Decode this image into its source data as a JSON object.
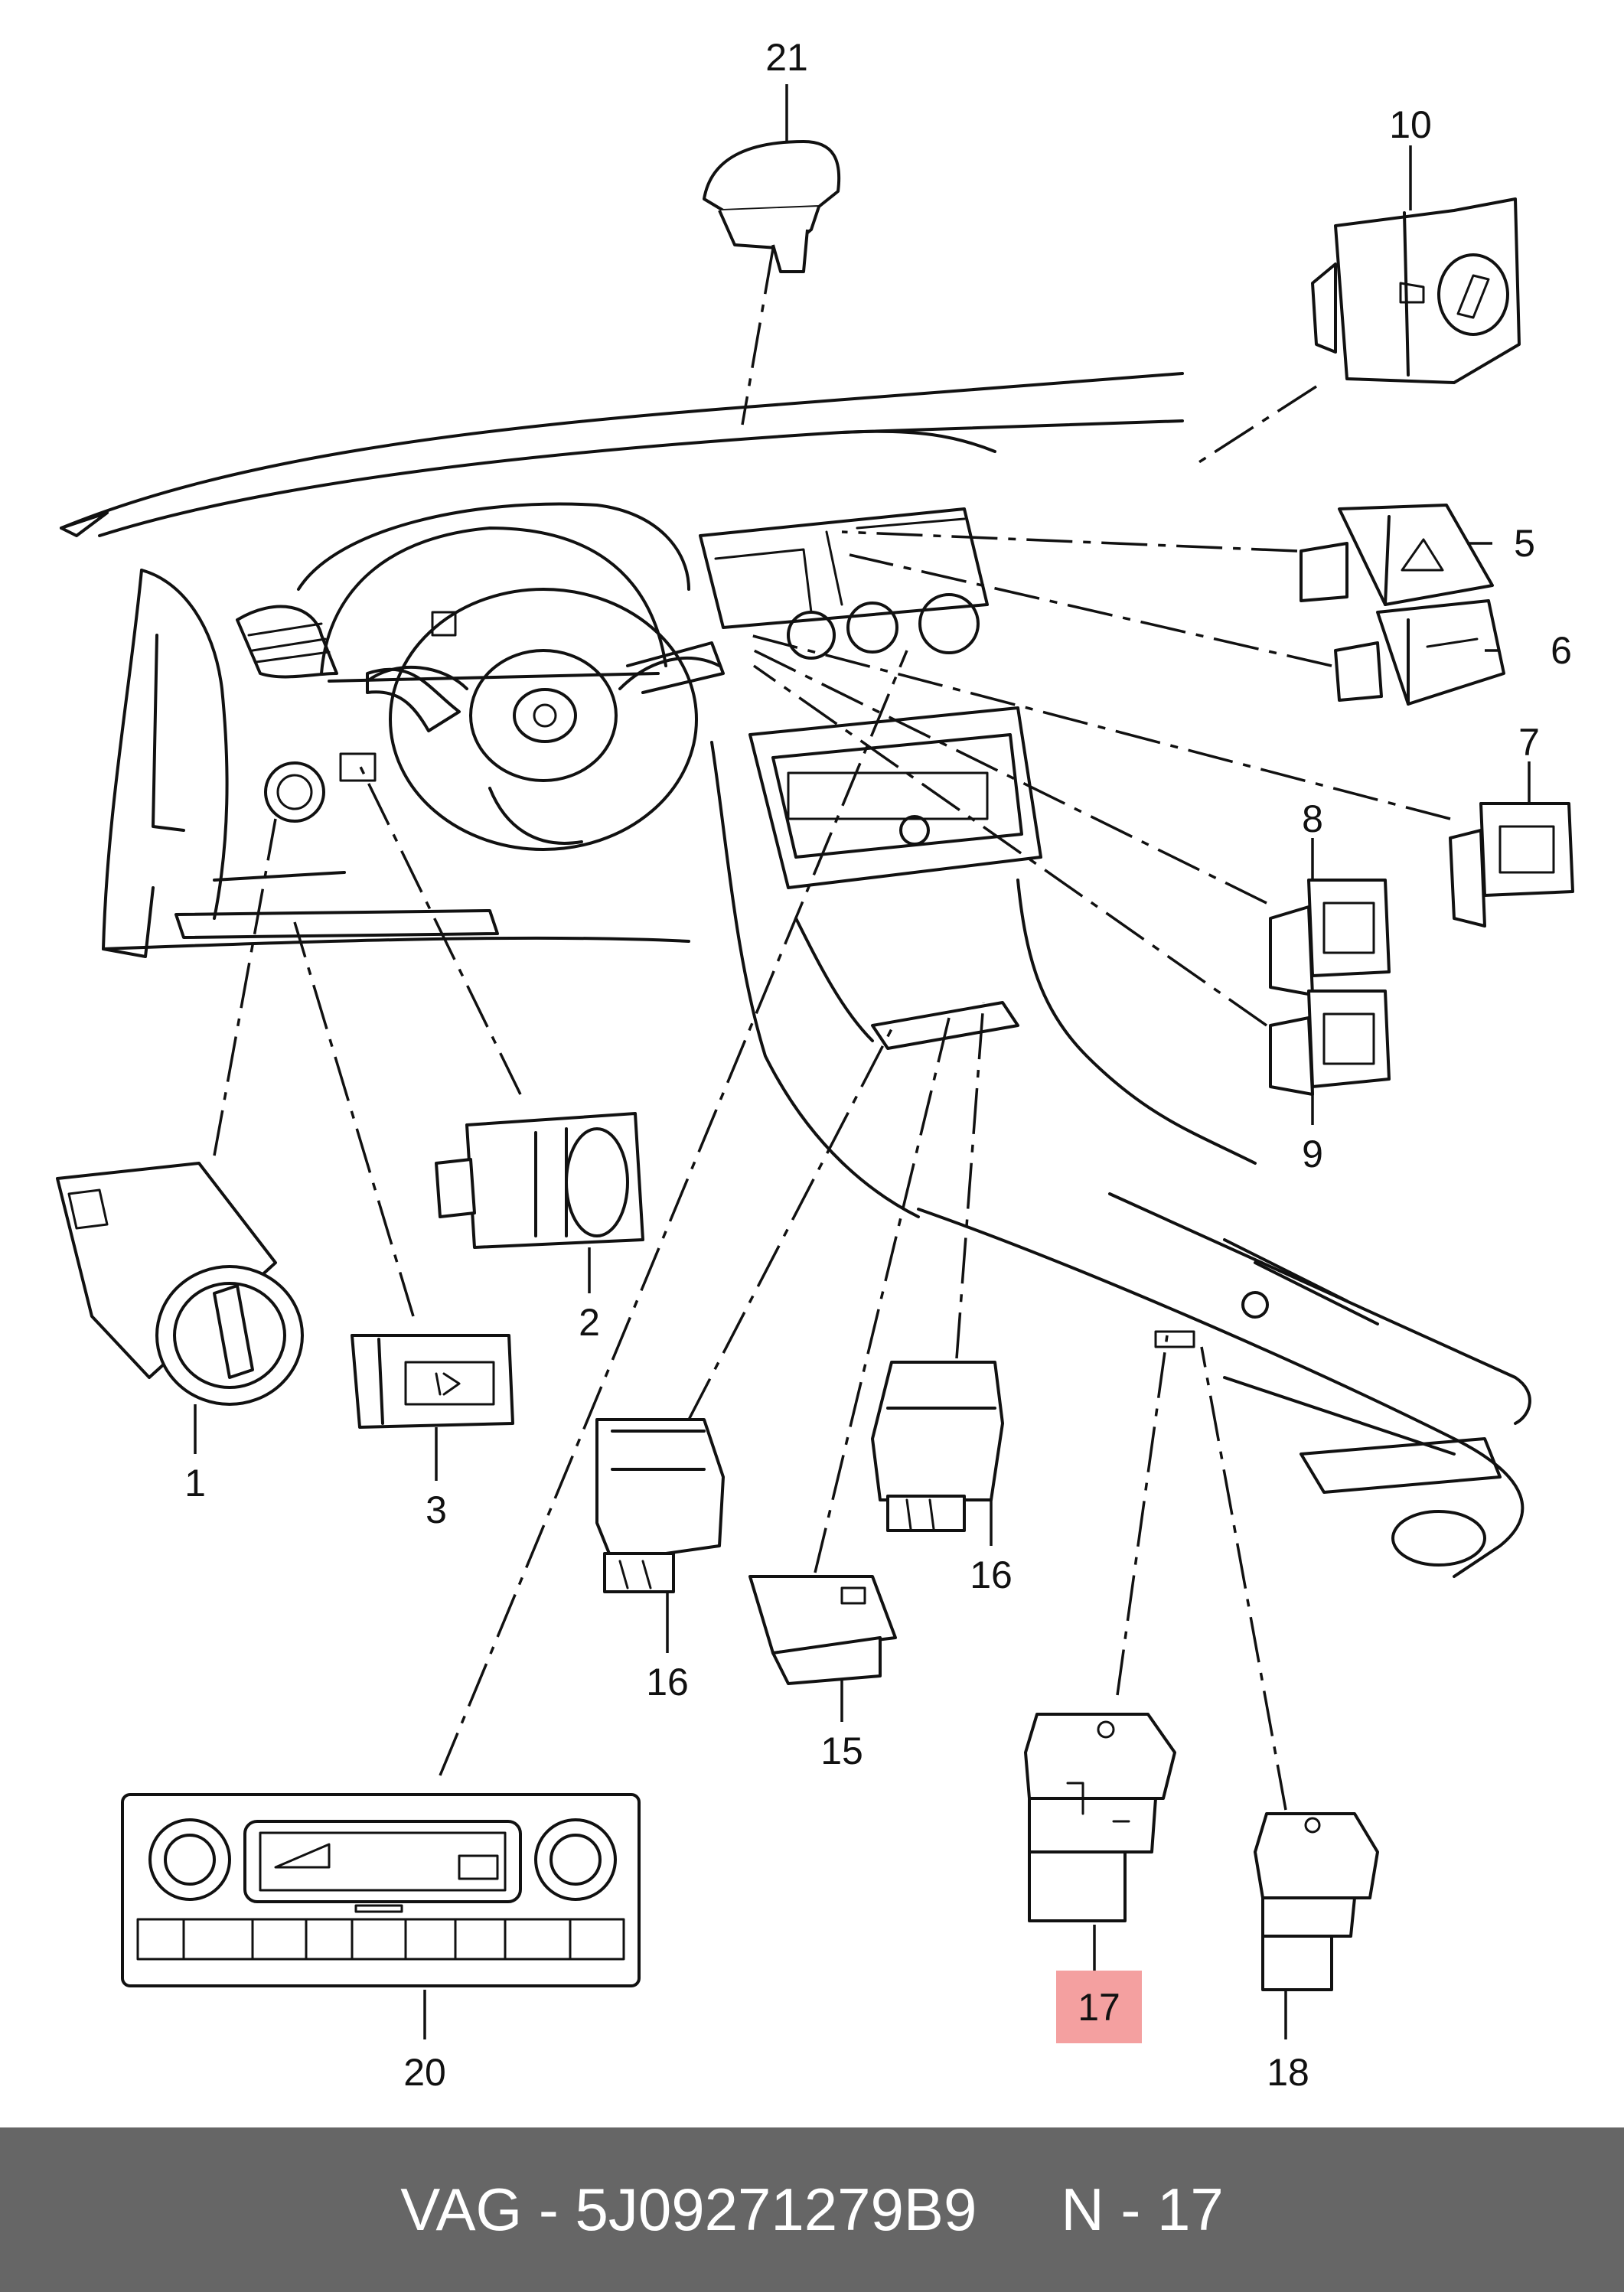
{
  "callouts": {
    "c1": "1",
    "c2": "2",
    "c3": "3",
    "c5": "5",
    "c6": "6",
    "c7": "7",
    "c8": "8",
    "c9": "9",
    "c10": "10",
    "c15": "15",
    "c16a": "16",
    "c16b": "16",
    "c17": "17",
    "c18": "18",
    "c20": "20",
    "c21": "21"
  },
  "highlight": {
    "callout": "17",
    "color": "#f4a0a0"
  },
  "footer": {
    "part_number": "VAG - 5J09271279B9",
    "page_ref": "N - 17",
    "background": "#666666"
  }
}
